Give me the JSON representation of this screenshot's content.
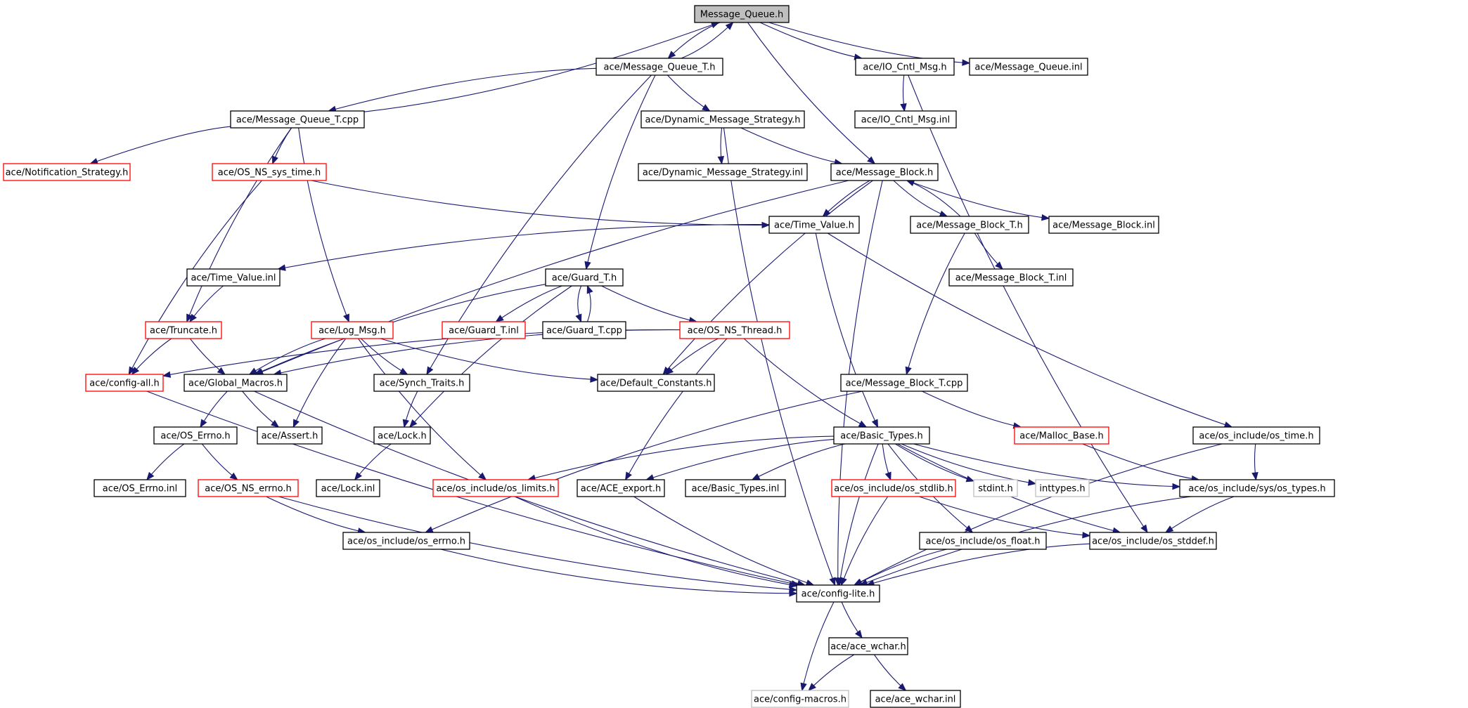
{
  "nodes": [
    {
      "id": "mq_h",
      "label": "Message_Queue.h",
      "status": "root"
    },
    {
      "id": "mqt_h",
      "label": "ace/Message_Queue_T.h",
      "status": "normal"
    },
    {
      "id": "ioc_h",
      "label": "ace/IO_Cntl_Msg.h",
      "status": "normal"
    },
    {
      "id": "mq_inl",
      "label": "ace/Message_Queue.inl",
      "status": "normal"
    },
    {
      "id": "mqt_cpp",
      "label": "ace/Message_Queue_T.cpp",
      "status": "normal"
    },
    {
      "id": "dms_h",
      "label": "ace/Dynamic_Message_Strategy.h",
      "status": "normal"
    },
    {
      "id": "ioc_inl",
      "label": "ace/IO_Cntl_Msg.inl",
      "status": "normal"
    },
    {
      "id": "ns_h",
      "label": "ace/Notification_Strategy.h",
      "status": "missing"
    },
    {
      "id": "osns_h",
      "label": "ace/OS_NS_sys_time.h",
      "status": "missing"
    },
    {
      "id": "dms_inl",
      "label": "ace/Dynamic_Message_Strategy.inl",
      "status": "normal"
    },
    {
      "id": "mb_h",
      "label": "ace/Message_Block.h",
      "status": "normal"
    },
    {
      "id": "tv_h",
      "label": "ace/Time_Value.h",
      "status": "normal"
    },
    {
      "id": "mbt_h",
      "label": "ace/Message_Block_T.h",
      "status": "normal"
    },
    {
      "id": "mb_inl",
      "label": "ace/Message_Block.inl",
      "status": "normal"
    },
    {
      "id": "tv_inl",
      "label": "ace/Time_Value.inl",
      "status": "normal"
    },
    {
      "id": "gt_h",
      "label": "ace/Guard_T.h",
      "status": "normal"
    },
    {
      "id": "mbt_inl",
      "label": "ace/Message_Block_T.inl",
      "status": "normal"
    },
    {
      "id": "trunc_h",
      "label": "ace/Truncate.h",
      "status": "missing"
    },
    {
      "id": "log_h",
      "label": "ace/Log_Msg.h",
      "status": "missing"
    },
    {
      "id": "gt_inl",
      "label": "ace/Guard_T.inl",
      "status": "missing"
    },
    {
      "id": "gt_cpp",
      "label": "ace/Guard_T.cpp",
      "status": "normal"
    },
    {
      "id": "osthr_h",
      "label": "ace/OS_NS_Thread.h",
      "status": "missing"
    },
    {
      "id": "cfgall_h",
      "label": "ace/config-all.h",
      "status": "missing"
    },
    {
      "id": "gm_h",
      "label": "ace/Global_Macros.h",
      "status": "normal"
    },
    {
      "id": "st_h",
      "label": "ace/Synch_Traits.h",
      "status": "normal"
    },
    {
      "id": "dc_h",
      "label": "ace/Default_Constants.h",
      "status": "normal"
    },
    {
      "id": "mbt_cpp",
      "label": "ace/Message_Block_T.cpp",
      "status": "normal"
    },
    {
      "id": "oserr_h",
      "label": "ace/OS_Errno.h",
      "status": "normal"
    },
    {
      "id": "assert_h",
      "label": "ace/Assert.h",
      "status": "normal"
    },
    {
      "id": "lock_h",
      "label": "ace/Lock.h",
      "status": "normal"
    },
    {
      "id": "bt_h",
      "label": "ace/Basic_Types.h",
      "status": "normal"
    },
    {
      "id": "malloc_h",
      "label": "ace/Malloc_Base.h",
      "status": "missing"
    },
    {
      "id": "ostime_h",
      "label": "ace/os_include/os_time.h",
      "status": "normal"
    },
    {
      "id": "oserr_inl",
      "label": "ace/OS_Errno.inl",
      "status": "normal"
    },
    {
      "id": "osnserr_h",
      "label": "ace/OS_NS_errno.h",
      "status": "missing"
    },
    {
      "id": "lock_inl",
      "label": "ace/Lock.inl",
      "status": "normal"
    },
    {
      "id": "oslim_h",
      "label": "ace/os_include/os_limits.h",
      "status": "missing"
    },
    {
      "id": "aceexp_h",
      "label": "ace/ACE_export.h",
      "status": "normal"
    },
    {
      "id": "bt_inl",
      "label": "ace/Basic_Types.inl",
      "status": "normal"
    },
    {
      "id": "osstdlib_h",
      "label": "ace/os_include/os_stdlib.h",
      "status": "missing"
    },
    {
      "id": "stdint_h",
      "label": "stdint.h",
      "status": "external"
    },
    {
      "id": "inttypes_h",
      "label": "inttypes.h",
      "status": "external"
    },
    {
      "id": "ostypes_h",
      "label": "ace/os_include/sys/os_types.h",
      "status": "normal"
    },
    {
      "id": "oserrno_h",
      "label": "ace/os_include/os_errno.h",
      "status": "normal"
    },
    {
      "id": "osfloat_h",
      "label": "ace/os_include/os_float.h",
      "status": "normal"
    },
    {
      "id": "osstddef_h",
      "label": "ace/os_include/os_stddef.h",
      "status": "normal"
    },
    {
      "id": "cfglite_h",
      "label": "ace/config-lite.h",
      "status": "normal"
    },
    {
      "id": "wchar_h",
      "label": "ace/ace_wchar.h",
      "status": "normal"
    },
    {
      "id": "cfgmac_h",
      "label": "ace/config-macros.h",
      "status": "external"
    },
    {
      "id": "wchar_inl",
      "label": "ace/ace_wchar.inl",
      "status": "normal"
    }
  ],
  "edges": [
    [
      "mq_h",
      "mqt_h"
    ],
    [
      "mq_h",
      "ioc_h"
    ],
    [
      "mq_h",
      "mq_inl"
    ],
    [
      "mq_h",
      "mb_h"
    ],
    [
      "mqt_h",
      "mq_h"
    ],
    [
      "mqt_h",
      "mqt_cpp"
    ],
    [
      "mqt_h",
      "dms_h"
    ],
    [
      "mqt_h",
      "gt_h"
    ],
    [
      "mqt_h",
      "st_h"
    ],
    [
      "mqt_cpp",
      "mq_h"
    ],
    [
      "mqt_cpp",
      "ns_h"
    ],
    [
      "mqt_cpp",
      "osns_h"
    ],
    [
      "mqt_cpp",
      "trunc_h"
    ],
    [
      "mqt_cpp",
      "log_h"
    ],
    [
      "ioc_h",
      "ioc_inl"
    ],
    [
      "ioc_h",
      "osstddef_h"
    ],
    [
      "dms_h",
      "dms_inl"
    ],
    [
      "dms_h",
      "mb_h"
    ],
    [
      "dms_h",
      "cfglite_h"
    ],
    [
      "osns_h",
      "tv_h"
    ],
    [
      "osns_h",
      "cfgall_h"
    ],
    [
      "mb_h",
      "tv_h"
    ],
    [
      "mb_h",
      "mbt_h"
    ],
    [
      "mb_h",
      "mb_inl"
    ],
    [
      "mb_h",
      "gm_h"
    ],
    [
      "mb_h",
      "dc_h"
    ],
    [
      "mb_h",
      "cfglite_h"
    ],
    [
      "mbt_h",
      "mb_h"
    ],
    [
      "mbt_h",
      "mbt_inl"
    ],
    [
      "mbt_h",
      "mbt_cpp"
    ],
    [
      "tv_h",
      "tv_inl"
    ],
    [
      "tv_h",
      "bt_h"
    ],
    [
      "tv_h",
      "ostime_h"
    ],
    [
      "tv_inl",
      "trunc_h"
    ],
    [
      "gt_h",
      "gt_inl"
    ],
    [
      "gt_h",
      "gt_cpp"
    ],
    [
      "gt_h",
      "osthr_h"
    ],
    [
      "gt_h",
      "gm_h"
    ],
    [
      "gt_h",
      "lock_h"
    ],
    [
      "gt_cpp",
      "gt_h"
    ],
    [
      "trunc_h",
      "cfgall_h"
    ],
    [
      "trunc_h",
      "gm_h"
    ],
    [
      "log_h",
      "gm_h"
    ],
    [
      "log_h",
      "st_h"
    ],
    [
      "log_h",
      "dc_h"
    ],
    [
      "log_h",
      "assert_h"
    ],
    [
      "log_h",
      "oslim_h"
    ],
    [
      "osthr_h",
      "dc_h"
    ],
    [
      "osthr_h",
      "bt_h"
    ],
    [
      "osthr_h",
      "aceexp_h"
    ],
    [
      "osthr_h",
      "cfgall_h"
    ],
    [
      "osthr_h",
      "gm_h"
    ],
    [
      "cfgall_h",
      "cfglite_h"
    ],
    [
      "gm_h",
      "oserr_h"
    ],
    [
      "gm_h",
      "assert_h"
    ],
    [
      "gm_h",
      "cfglite_h"
    ],
    [
      "st_h",
      "lock_h"
    ],
    [
      "lock_h",
      "lock_inl"
    ],
    [
      "oserr_h",
      "oserr_inl"
    ],
    [
      "oserr_h",
      "osnserr_h"
    ],
    [
      "osnserr_h",
      "oserrno_h"
    ],
    [
      "osnserr_h",
      "cfglite_h"
    ],
    [
      "mbt_cpp",
      "malloc_h"
    ],
    [
      "mbt_cpp",
      "oserrno_h"
    ],
    [
      "malloc_h",
      "ostypes_h"
    ],
    [
      "bt_h",
      "oslim_h"
    ],
    [
      "bt_h",
      "aceexp_h"
    ],
    [
      "bt_h",
      "bt_inl"
    ],
    [
      "bt_h",
      "osstdlib_h"
    ],
    [
      "bt_h",
      "stdint_h"
    ],
    [
      "bt_h",
      "inttypes_h"
    ],
    [
      "bt_h",
      "ostypes_h"
    ],
    [
      "bt_h",
      "osfloat_h"
    ],
    [
      "bt_h",
      "osstddef_h"
    ],
    [
      "bt_h",
      "cfglite_h"
    ],
    [
      "ostime_h",
      "ostypes_h"
    ],
    [
      "ostime_h",
      "cfglite_h"
    ],
    [
      "oslim_h",
      "cfglite_h"
    ],
    [
      "aceexp_h",
      "cfglite_h"
    ],
    [
      "osstdlib_h",
      "osstddef_h"
    ],
    [
      "osstdlib_h",
      "cfglite_h"
    ],
    [
      "ostypes_h",
      "osstddef_h"
    ],
    [
      "ostypes_h",
      "cfglite_h"
    ],
    [
      "oserrno_h",
      "cfglite_h"
    ],
    [
      "osfloat_h",
      "cfglite_h"
    ],
    [
      "osstddef_h",
      "cfglite_h"
    ],
    [
      "cfglite_h",
      "wchar_h"
    ],
    [
      "cfglite_h",
      "cfgmac_h"
    ],
    [
      "wchar_h",
      "cfgmac_h"
    ],
    [
      "wchar_h",
      "wchar_inl"
    ]
  ]
}
